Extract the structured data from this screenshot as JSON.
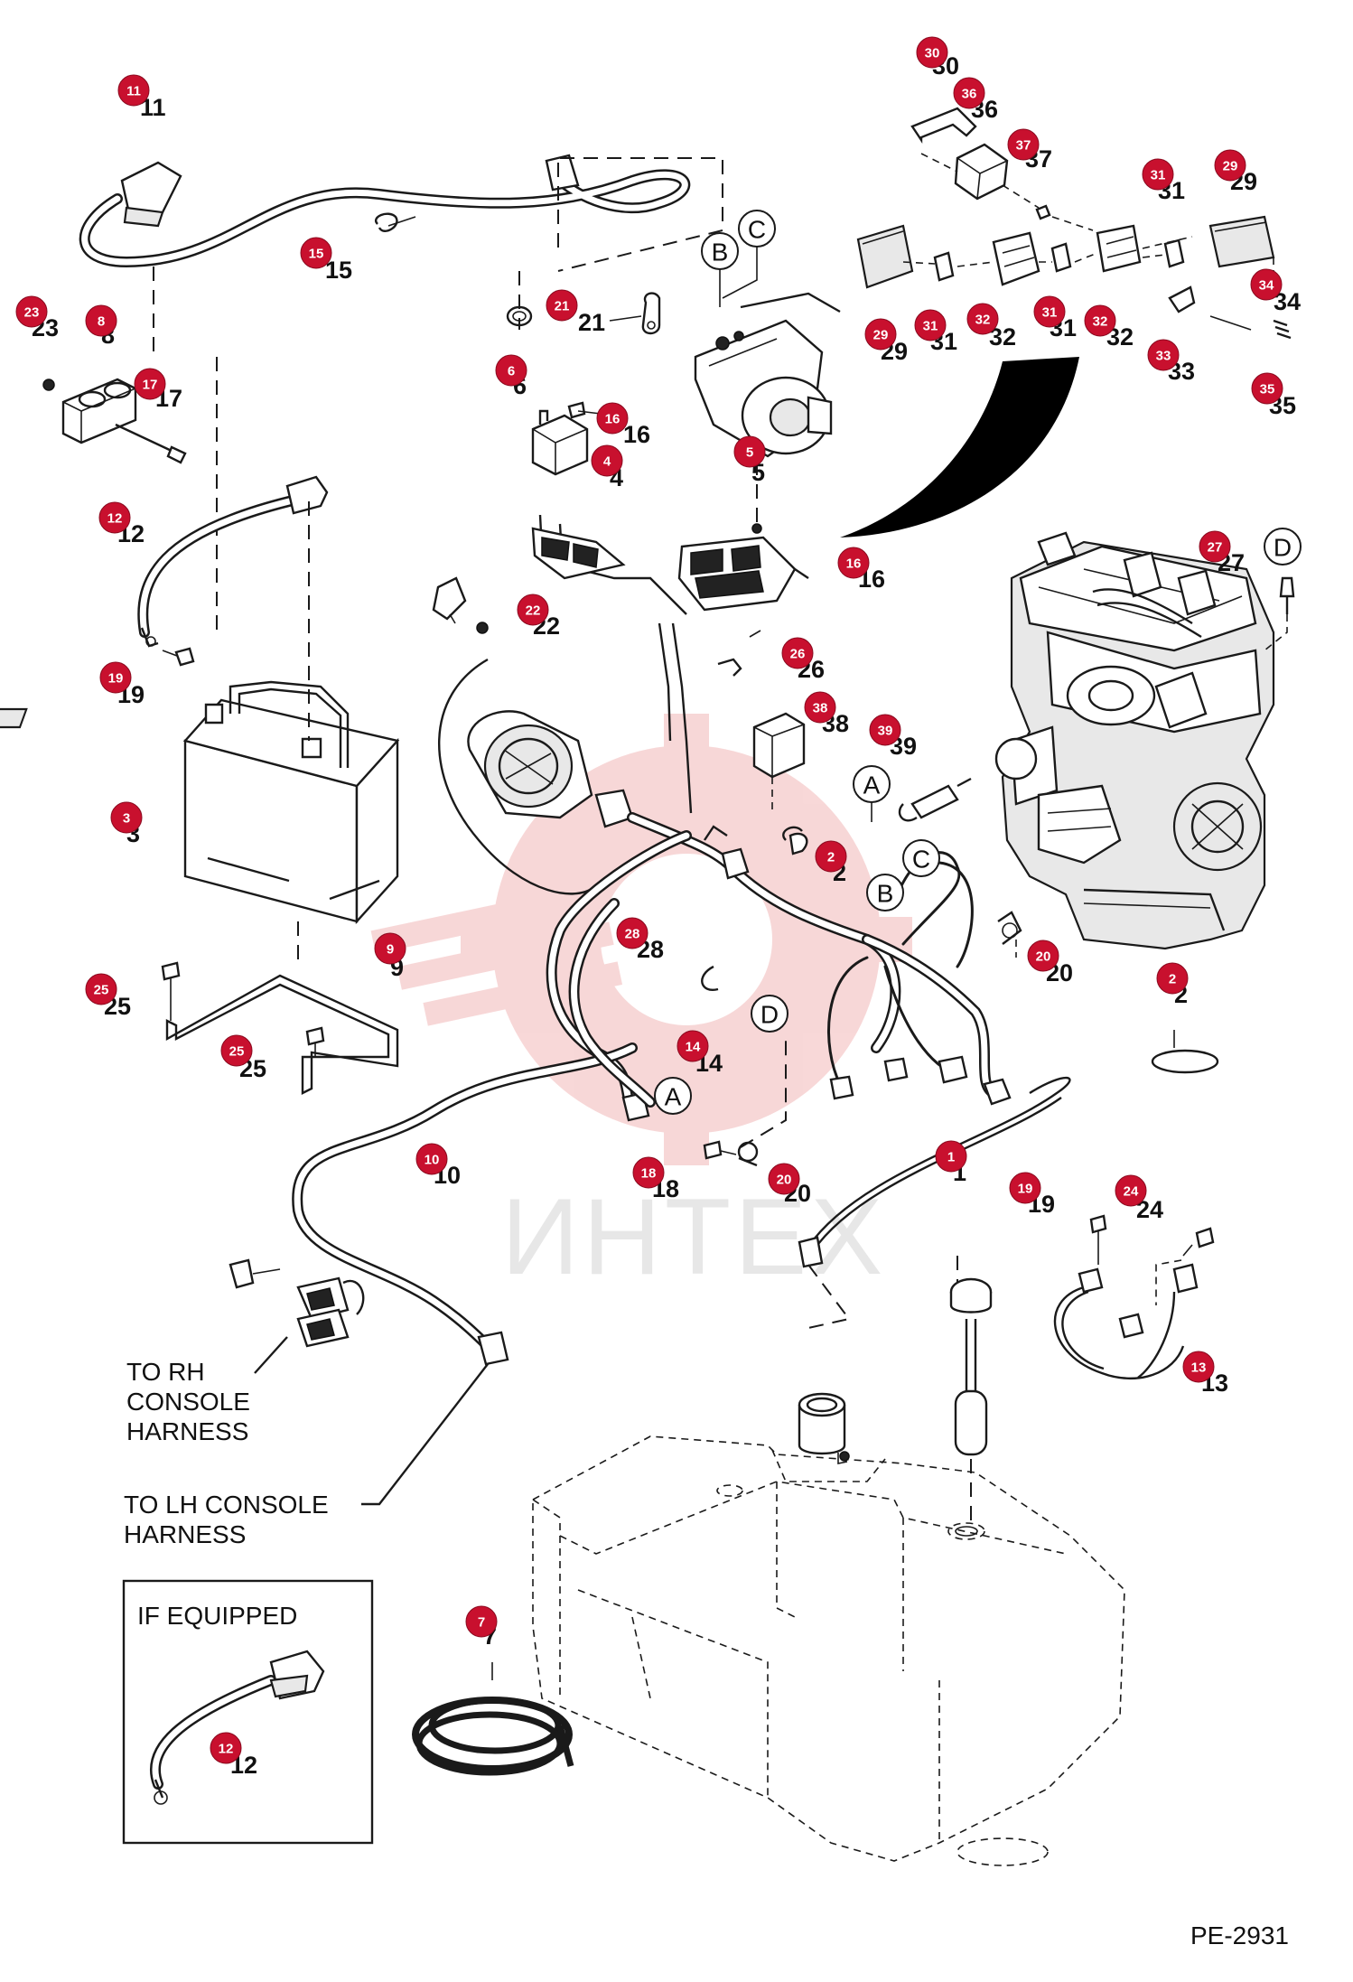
{
  "labels": {
    "to_rh_line1": "TO RH",
    "to_rh_line2": "CONSOLE",
    "to_rh_line3": "HARNESS",
    "to_lh_line1": "TO LH CONSOLE",
    "to_lh_line2": "HARNESS",
    "if_equipped": "IF EQUIPPED",
    "figure_id": "PE-2931",
    "watermark": "ИНТЕХ"
  },
  "connector_refs": [
    "A",
    "B",
    "C",
    "D"
  ],
  "callouts": [
    {
      "n": "1",
      "label": "1"
    },
    {
      "n": "2",
      "label": "2"
    },
    {
      "n": "3",
      "label": "3"
    },
    {
      "n": "4",
      "label": "4"
    },
    {
      "n": "5",
      "label": "5"
    },
    {
      "n": "6",
      "label": "6"
    },
    {
      "n": "7",
      "label": "7"
    },
    {
      "n": "8",
      "label": "8"
    },
    {
      "n": "9",
      "label": "9"
    },
    {
      "n": "10",
      "label": "10"
    },
    {
      "n": "11",
      "label": "11"
    },
    {
      "n": "12",
      "label": "12"
    },
    {
      "n": "13",
      "label": "13"
    },
    {
      "n": "14",
      "label": "14"
    },
    {
      "n": "15",
      "label": "15"
    },
    {
      "n": "16",
      "label": "16"
    },
    {
      "n": "17",
      "label": "17"
    },
    {
      "n": "18",
      "label": "18"
    },
    {
      "n": "19",
      "label": "19"
    },
    {
      "n": "20",
      "label": "20"
    },
    {
      "n": "21",
      "label": "21"
    },
    {
      "n": "22",
      "label": "22"
    },
    {
      "n": "23",
      "label": "23"
    },
    {
      "n": "24",
      "label": "24"
    },
    {
      "n": "25",
      "label": "25"
    },
    {
      "n": "26",
      "label": "26"
    },
    {
      "n": "27",
      "label": "27"
    },
    {
      "n": "28",
      "label": "28"
    },
    {
      "n": "29",
      "label": "29"
    },
    {
      "n": "30",
      "label": "30"
    },
    {
      "n": "31",
      "label": "31"
    },
    {
      "n": "32",
      "label": "32"
    },
    {
      "n": "33",
      "label": "33"
    },
    {
      "n": "34",
      "label": "34"
    },
    {
      "n": "35",
      "label": "35"
    },
    {
      "n": "36",
      "label": "36"
    },
    {
      "n": "37",
      "label": "37"
    },
    {
      "n": "38",
      "label": "38"
    },
    {
      "n": "39",
      "label": "39"
    }
  ],
  "colors": {
    "badge": "#c8102e",
    "watermark": "#f2b8b8",
    "line": "#1a1a1a"
  }
}
